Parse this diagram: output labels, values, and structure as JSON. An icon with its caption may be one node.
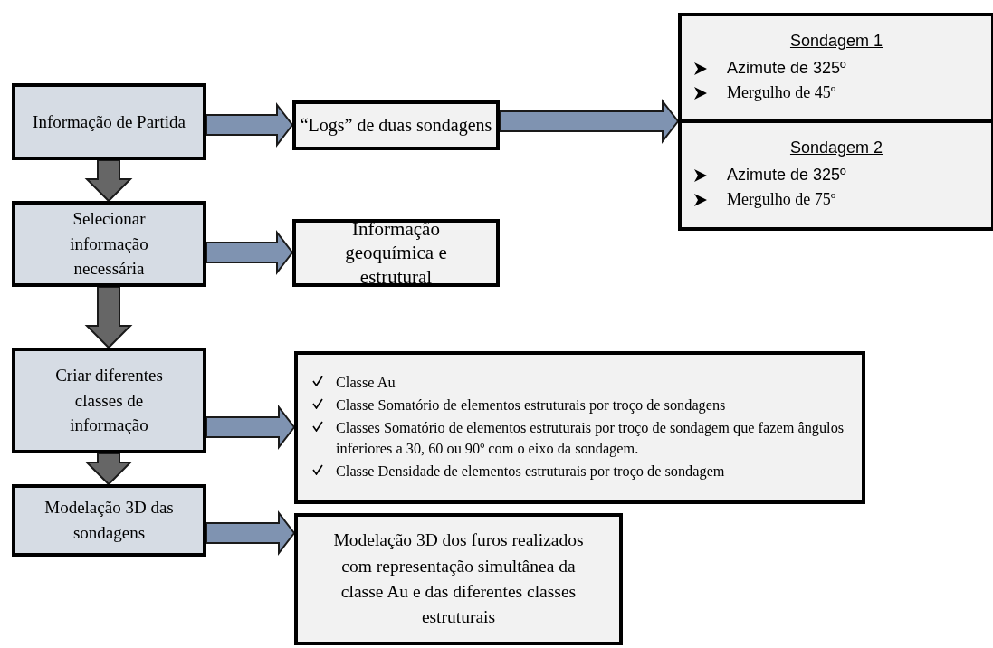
{
  "diagram": {
    "nodes": [
      {
        "text": [
          "Informação de Partida"
        ]
      },
      {
        "text": [
          "“Logs” de duas sondagens"
        ]
      },
      {
        "text": [
          "Sondagem 1",
          "Azimute de 325º",
          "Mergulho de 45º"
        ]
      },
      {
        "text": [
          "Sondagem 2",
          "Azimute de 325º",
          "Mergulho de 75º"
        ]
      },
      {
        "text": [
          "Selecionar informação necessária"
        ]
      },
      {
        "text": [
          "Informação geoquímica e estrutural"
        ]
      },
      {
        "text": [
          "Criar diferentes classes de informação"
        ]
      },
      {
        "text": [
          "Classe Au",
          "Classe Somatório de elementos estruturais por troço de sondagens",
          "Classes Somatório de elementos estruturais por troço de sondagem que fazem ângulos inferiores a 30, 60 ou 90º com o eixo da sondagem.",
          "Classe Densidade de elementos estruturais por troço de sondagem"
        ]
      },
      {
        "text": [
          "Modelação 3D das sondagens"
        ]
      },
      {
        "text": [
          "Modelação 3D dos furos realizados com representação simultânea da classe Au e das diferentes classes estruturais"
        ]
      }
    ],
    "edges": [
      {
        "from": 0,
        "to": 1,
        "arrow": "to"
      },
      {
        "from": 1,
        "to": 2,
        "arrow": "to"
      },
      {
        "from": 1,
        "to": 3,
        "arrow": "to"
      },
      {
        "from": 0,
        "to": 4,
        "arrow": "to",
        "color": "#666666"
      },
      {
        "from": 4,
        "to": 5,
        "arrow": "to"
      },
      {
        "from": 4,
        "to": 6,
        "arrow": "to",
        "color": "#666666"
      },
      {
        "from": 6,
        "to": 7,
        "arrow": "to"
      },
      {
        "from": 6,
        "to": 8,
        "arrow": "to",
        "color": "#666666"
      },
      {
        "from": 8,
        "to": 9,
        "arrow": "to"
      }
    ]
  }
}
